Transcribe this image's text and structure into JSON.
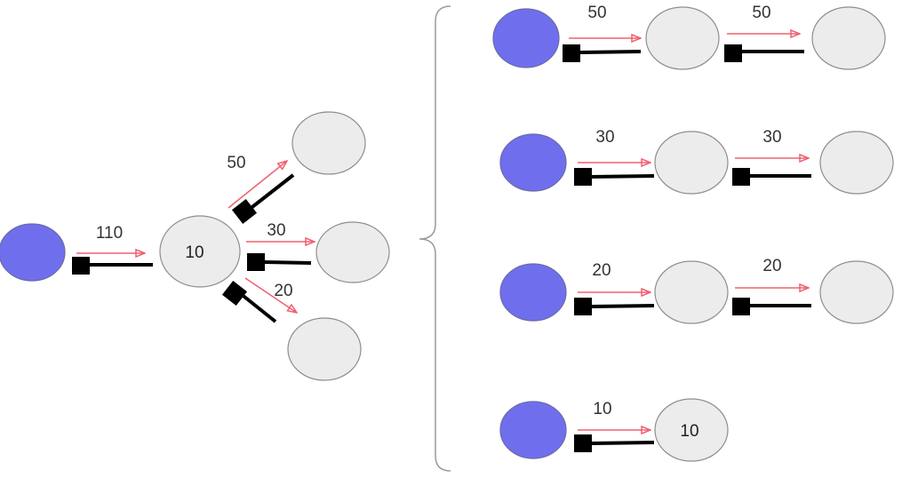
{
  "colors": {
    "source_fill": "#6f6fee",
    "node_fill": "#ececec",
    "arrow": "#f06070",
    "handle": "#000000"
  },
  "left": {
    "input_flow": "110",
    "center_value": "10",
    "branches": [
      "50",
      "30",
      "20"
    ]
  },
  "right": {
    "rows": [
      {
        "flows": [
          "50",
          "50"
        ]
      },
      {
        "flows": [
          "30",
          "30"
        ]
      },
      {
        "flows": [
          "20",
          "20"
        ]
      },
      {
        "flows": [
          "10"
        ],
        "end_value": "10"
      }
    ]
  }
}
